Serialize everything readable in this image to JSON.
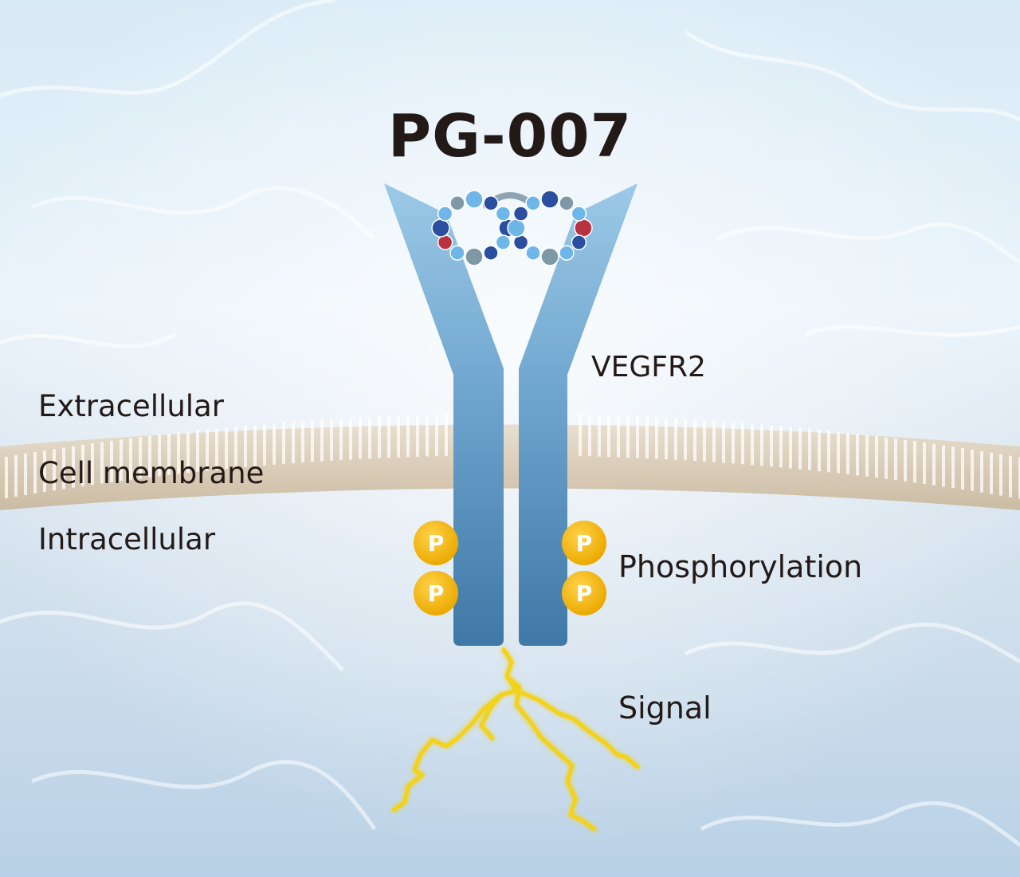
{
  "title": "PG-007",
  "receptor_label": "VEGFR2",
  "regions": {
    "extracellular": "Extracellular",
    "membrane": "Cell membrane",
    "intracellular": "Intracellular"
  },
  "phosphorylation_label": "Phosphorylation",
  "phosphate_symbol": "P",
  "signal_label": "Signal",
  "colors": {
    "title_text": "#231a18",
    "receptor_top": "#8fc0e0",
    "receptor_bottom": "#3f78a6",
    "membrane": "#d6c8b2",
    "phosphate": "#f3b70a",
    "signal": "#f2d21a",
    "bead_dark_blue": "#2a4fa0",
    "bead_light_blue": "#6fb6e8",
    "bead_red": "#b8323f",
    "bead_gray": "#7f98a6"
  }
}
